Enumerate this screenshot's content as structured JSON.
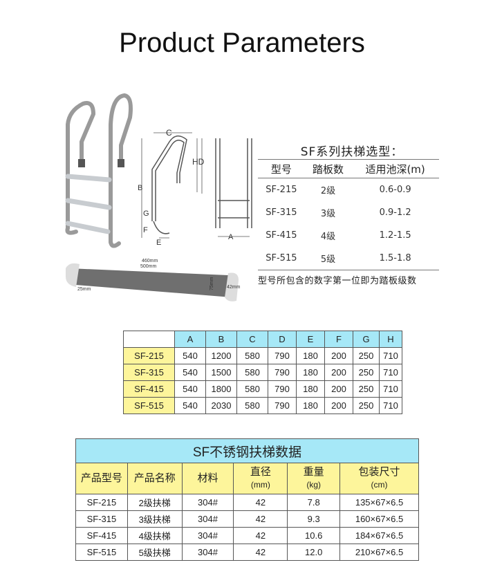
{
  "title": "Product Parameters",
  "diagram_labels": {
    "C": "C",
    "HD": "HD",
    "B": "B",
    "G": "G",
    "F": "F",
    "E": "E",
    "A": "A",
    "len460": "460mm",
    "len500": "500mm",
    "w25": "25mm",
    "w75": "75mm",
    "h42": "42mm"
  },
  "selection": {
    "heading": "SF系列扶梯选型：",
    "headers": [
      "型号",
      "踏板数",
      "适用池深(m)"
    ],
    "rows": [
      [
        "SF-215",
        "2级",
        "0.6-0.9"
      ],
      [
        "SF-315",
        "3级",
        "0.9-1.2"
      ],
      [
        "SF-415",
        "4级",
        "1.2-1.5"
      ],
      [
        "SF-515",
        "5级",
        "1.5-1.8"
      ]
    ],
    "note": "型号所包含的数字第一位即为踏板级数"
  },
  "dimensions": {
    "headers": [
      "A",
      "B",
      "C",
      "D",
      "E",
      "F",
      "G",
      "H"
    ],
    "rows": [
      {
        "model": "SF-215",
        "values": [
          "540",
          "1200",
          "580",
          "790",
          "180",
          "200",
          "250",
          "710"
        ]
      },
      {
        "model": "SF-315",
        "values": [
          "540",
          "1500",
          "580",
          "790",
          "180",
          "200",
          "250",
          "710"
        ]
      },
      {
        "model": "SF-415",
        "values": [
          "540",
          "1800",
          "580",
          "790",
          "180",
          "200",
          "250",
          "710"
        ]
      },
      {
        "model": "SF-515",
        "values": [
          "540",
          "2030",
          "580",
          "790",
          "180",
          "200",
          "250",
          "710"
        ]
      }
    ]
  },
  "spec": {
    "caption": "SF不锈钢扶梯数据",
    "headers": [
      {
        "t": "产品型号",
        "u": ""
      },
      {
        "t": "产品名称",
        "u": ""
      },
      {
        "t": "材料",
        "u": ""
      },
      {
        "t": "直径",
        "u": "(mm)"
      },
      {
        "t": "重量",
        "u": "(kg)"
      },
      {
        "t": "包装尺寸",
        "u": "(cm)"
      }
    ],
    "rows": [
      [
        "SF-215",
        "2级扶梯",
        "304#",
        "42",
        "7.8",
        "135×67×6.5"
      ],
      [
        "SF-315",
        "3级扶梯",
        "304#",
        "42",
        "9.3",
        "160×67×6.5"
      ],
      [
        "SF-415",
        "4级扶梯",
        "304#",
        "42",
        "10.6",
        "184×67×6.5"
      ],
      [
        "SF-515",
        "5级扶梯",
        "304#",
        "42",
        "12.0",
        "210×67×6.5"
      ]
    ]
  },
  "colors": {
    "header_blue": "#a6e8f7",
    "header_yellow": "#fdf59b"
  }
}
